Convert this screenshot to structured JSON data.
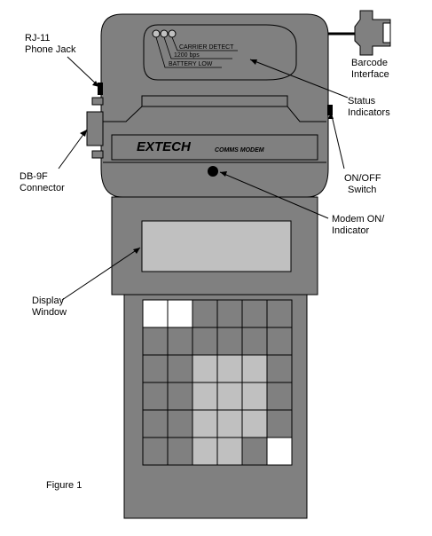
{
  "labels": {
    "rj11": [
      "RJ-11",
      "Phone Jack"
    ],
    "db9f": [
      "DB-9F",
      "Connector"
    ],
    "display": [
      "Display",
      "Window"
    ],
    "barcode": [
      "Barcode",
      "Interface"
    ],
    "status": [
      "Status",
      "Indicators"
    ],
    "onoff": [
      "ON/OFF",
      "Switch"
    ],
    "modem": [
      "Modem ON/",
      "Indicator"
    ],
    "figure": "Figure 1"
  },
  "indicators": [
    "CARRIER DETECT",
    "1200 bps",
    "BATTERY LOW"
  ],
  "brand": {
    "name": "EXTECH",
    "model": "COMMS MODEM"
  },
  "keypad": {
    "rows": 6,
    "cols": 6,
    "cells": [
      [
        "white",
        "white",
        "dark",
        "dark",
        "dark",
        "dark"
      ],
      [
        "dark",
        "dark",
        "dark",
        "dark",
        "dark",
        "dark"
      ],
      [
        "dark",
        "dark",
        "light",
        "light",
        "light",
        "dark"
      ],
      [
        "dark",
        "dark",
        "light",
        "light",
        "light",
        "dark"
      ],
      [
        "dark",
        "dark",
        "light",
        "light",
        "light",
        "dark"
      ],
      [
        "dark",
        "dark",
        "light",
        "light",
        "dark",
        "white"
      ]
    ]
  },
  "colors": {
    "body": "#808080",
    "display": "#c0c0c0",
    "key_dark": "#808080",
    "key_light": "#c0c0c0",
    "key_white": "#ffffff",
    "outline": "#000000"
  }
}
